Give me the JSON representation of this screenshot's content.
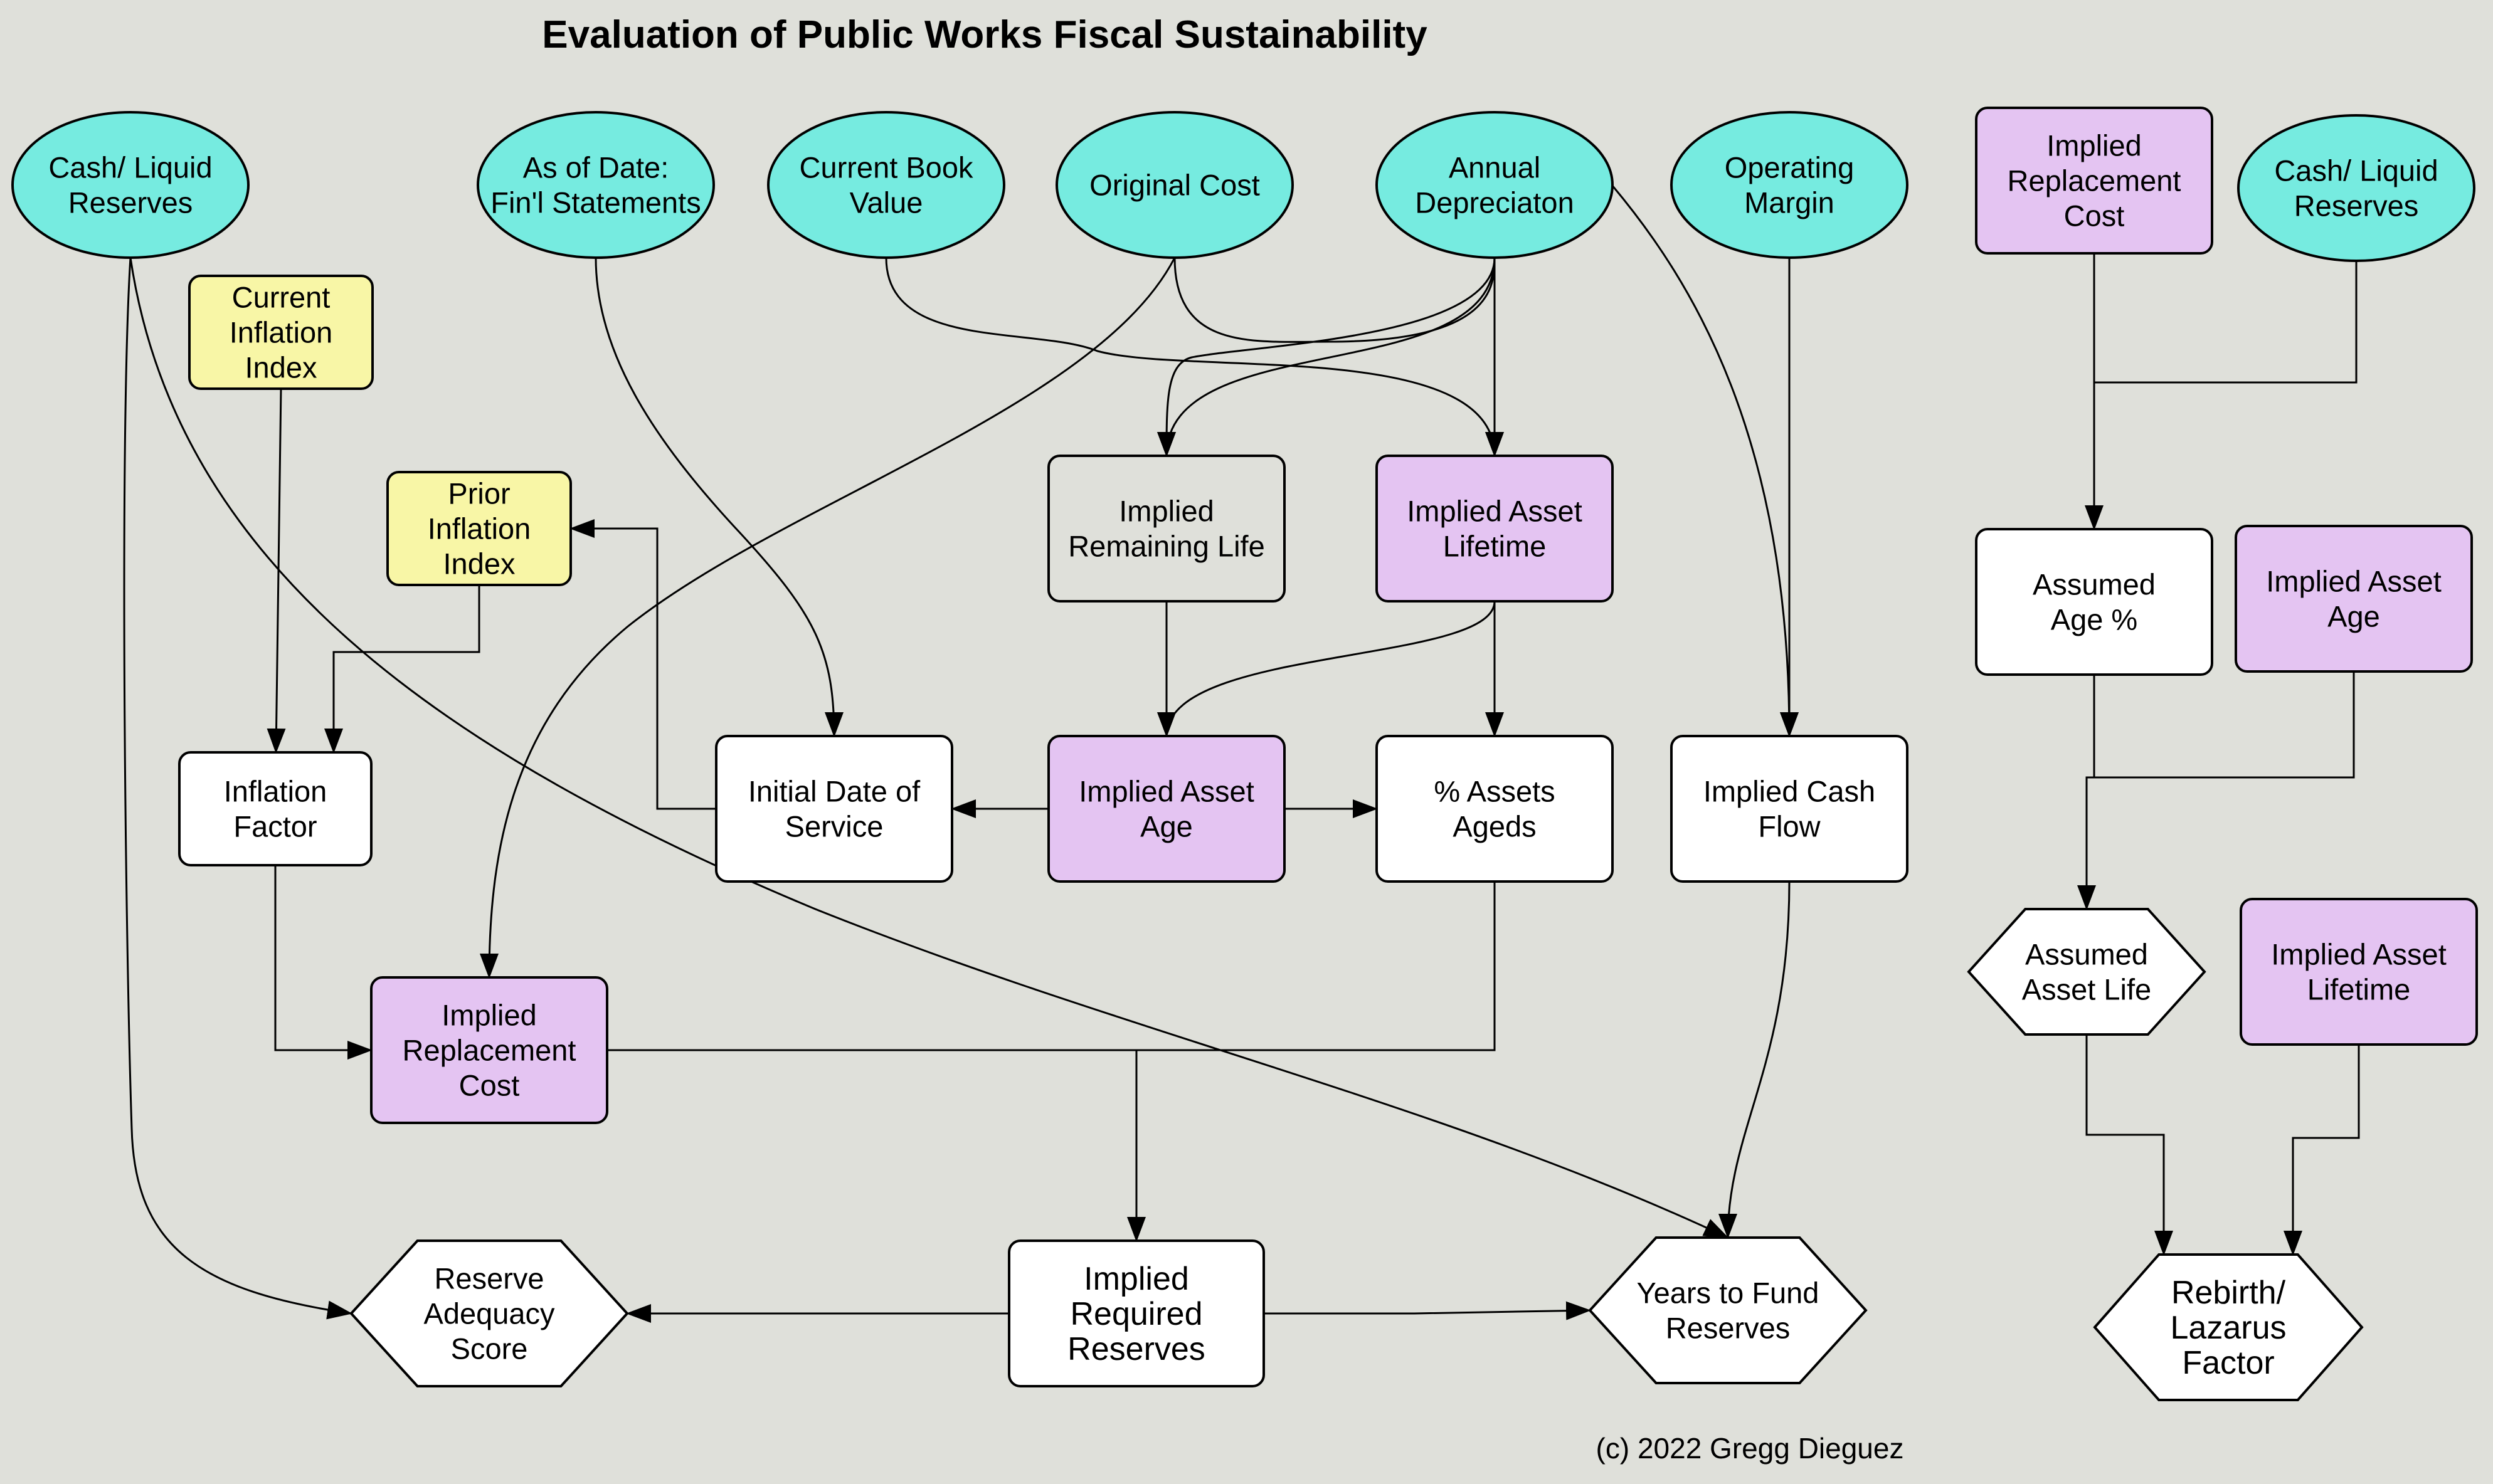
{
  "title": "Evaluation of Public Works Fiscal Sustainability",
  "copyright": "(c) 2022 Gregg Dieguez",
  "colors": {
    "background": "#dfe0da",
    "input_teal": "#76ebe0",
    "index_yellow": "#f8f6a6",
    "derived_purple": "#e4c4f2",
    "plain_white": "#ffffff",
    "line": "#000000"
  },
  "nodes": [
    {
      "id": "cash-liquid-reserves",
      "shape": "ellipse",
      "fill": "input_teal",
      "lines": [
        "Cash/ Liquid",
        "Reserves"
      ]
    },
    {
      "id": "as-of-date",
      "shape": "ellipse",
      "fill": "input_teal",
      "lines": [
        "As of Date:",
        "Fin'l Statements"
      ]
    },
    {
      "id": "current-book-value",
      "shape": "ellipse",
      "fill": "input_teal",
      "lines": [
        "Current Book",
        "Value"
      ]
    },
    {
      "id": "original-cost",
      "shape": "ellipse",
      "fill": "input_teal",
      "lines": [
        "Original Cost"
      ]
    },
    {
      "id": "annual-depreciation",
      "shape": "ellipse",
      "fill": "input_teal",
      "lines": [
        "Annual",
        "Depreciaton"
      ]
    },
    {
      "id": "operating-margin",
      "shape": "ellipse",
      "fill": "input_teal",
      "lines": [
        "Operating",
        "Margin"
      ]
    },
    {
      "id": "current-inflation-index",
      "shape": "box",
      "fill": "index_yellow",
      "lines": [
        "Current",
        "Inflation",
        "Index"
      ]
    },
    {
      "id": "prior-inflation-index",
      "shape": "box",
      "fill": "index_yellow",
      "lines": [
        "Prior",
        "Inflation",
        "Index"
      ]
    },
    {
      "id": "implied-remaining-life",
      "shape": "box",
      "fill": "background",
      "lines": [
        "Implied",
        "Remaining Life"
      ]
    },
    {
      "id": "implied-asset-lifetime",
      "shape": "box",
      "fill": "derived_purple",
      "lines": [
        "Implied Asset",
        "Lifetime"
      ]
    },
    {
      "id": "inflation-factor",
      "shape": "box",
      "fill": "plain_white",
      "lines": [
        "Inflation",
        "Factor"
      ]
    },
    {
      "id": "initial-date-of-service",
      "shape": "box",
      "fill": "plain_white",
      "lines": [
        "Initial Date of",
        "Service"
      ]
    },
    {
      "id": "implied-asset-age",
      "shape": "box",
      "fill": "derived_purple",
      "lines": [
        "Implied Asset",
        "Age"
      ]
    },
    {
      "id": "pct-assets-aged",
      "shape": "box",
      "fill": "plain_white",
      "lines": [
        "% Assets",
        "Ageds"
      ]
    },
    {
      "id": "implied-cash-flow",
      "shape": "box",
      "fill": "plain_white",
      "lines": [
        "Implied Cash",
        "Flow"
      ]
    },
    {
      "id": "implied-replacement-cost",
      "shape": "box",
      "fill": "derived_purple",
      "lines": [
        "Implied",
        "Replacement",
        "Cost"
      ]
    },
    {
      "id": "implied-required-reserves",
      "shape": "box",
      "fill": "plain_white",
      "lines": [
        "Implied",
        "Required",
        "Reserves"
      ]
    },
    {
      "id": "reserve-adequacy-score",
      "shape": "hexagon",
      "fill": "plain_white",
      "lines": [
        "Reserve",
        "Adequacy",
        "Score"
      ]
    },
    {
      "id": "years-to-fund-reserves",
      "shape": "hexagon",
      "fill": "plain_white",
      "lines": [
        "Years to Fund",
        "Reserves"
      ]
    },
    {
      "id": "side-implied-replacement-cost",
      "shape": "box",
      "fill": "derived_purple",
      "lines": [
        "Implied",
        "Replacement",
        "Cost"
      ]
    },
    {
      "id": "side-cash-liquid-reserves",
      "shape": "ellipse",
      "fill": "input_teal",
      "lines": [
        "Cash/ Liquid",
        "Reserves"
      ]
    },
    {
      "id": "assumed-age-pct",
      "shape": "box",
      "fill": "plain_white",
      "lines": [
        "Assumed",
        "Age %"
      ]
    },
    {
      "id": "side-implied-asset-age",
      "shape": "box",
      "fill": "derived_purple",
      "lines": [
        "Implied Asset",
        "Age"
      ]
    },
    {
      "id": "assumed-asset-life",
      "shape": "hexagon",
      "fill": "plain_white",
      "lines": [
        "Assumed",
        "Asset Life"
      ]
    },
    {
      "id": "side-implied-asset-lifetime",
      "shape": "box",
      "fill": "derived_purple",
      "lines": [
        "Implied Asset",
        "Lifetime"
      ]
    },
    {
      "id": "rebirth-lazarus-factor",
      "shape": "hexagon",
      "fill": "plain_white",
      "lines": [
        "Rebirth/",
        "Lazarus",
        "Factor"
      ]
    }
  ],
  "edges": [
    {
      "from": "cash-liquid-reserves",
      "to": "reserve-adequacy-score"
    },
    {
      "from": "cash-liquid-reserves",
      "to": "years-to-fund-reserves"
    },
    {
      "from": "current-inflation-index",
      "to": "inflation-factor"
    },
    {
      "from": "prior-inflation-index",
      "to": "inflation-factor"
    },
    {
      "from": "as-of-date",
      "to": "initial-date-of-service"
    },
    {
      "from": "initial-date-of-service",
      "to": "prior-inflation-index"
    },
    {
      "from": "current-book-value",
      "to": "implied-asset-lifetime"
    },
    {
      "from": "original-cost",
      "to": "implied-remaining-life"
    },
    {
      "from": "original-cost",
      "to": "implied-replacement-cost"
    },
    {
      "from": "annual-depreciation",
      "to": "implied-remaining-life"
    },
    {
      "from": "annual-depreciation",
      "to": "implied-asset-lifetime"
    },
    {
      "from": "annual-depreciation",
      "to": "implied-cash-flow"
    },
    {
      "from": "operating-margin",
      "to": "implied-cash-flow"
    },
    {
      "from": "implied-remaining-life",
      "to": "implied-asset-age"
    },
    {
      "from": "implied-asset-lifetime",
      "to": "implied-asset-age"
    },
    {
      "from": "implied-asset-lifetime",
      "to": "pct-assets-aged"
    },
    {
      "from": "implied-asset-age",
      "to": "initial-date-of-service"
    },
    {
      "from": "implied-asset-age",
      "to": "pct-assets-aged"
    },
    {
      "from": "inflation-factor",
      "to": "implied-replacement-cost"
    },
    {
      "from": "implied-replacement-cost",
      "to": "implied-required-reserves"
    },
    {
      "from": "pct-assets-aged",
      "to": "implied-required-reserves"
    },
    {
      "from": "implied-cash-flow",
      "to": "years-to-fund-reserves"
    },
    {
      "from": "implied-required-reserves",
      "to": "reserve-adequacy-score"
    },
    {
      "from": "implied-required-reserves",
      "to": "years-to-fund-reserves"
    },
    {
      "from": "side-implied-replacement-cost",
      "to": "assumed-age-pct"
    },
    {
      "from": "side-cash-liquid-reserves",
      "to": "assumed-age-pct"
    },
    {
      "from": "assumed-age-pct",
      "to": "assumed-asset-life"
    },
    {
      "from": "side-implied-asset-age",
      "to": "assumed-asset-life"
    },
    {
      "from": "assumed-asset-life",
      "to": "rebirth-lazarus-factor"
    },
    {
      "from": "side-implied-asset-lifetime",
      "to": "rebirth-lazarus-factor"
    }
  ]
}
